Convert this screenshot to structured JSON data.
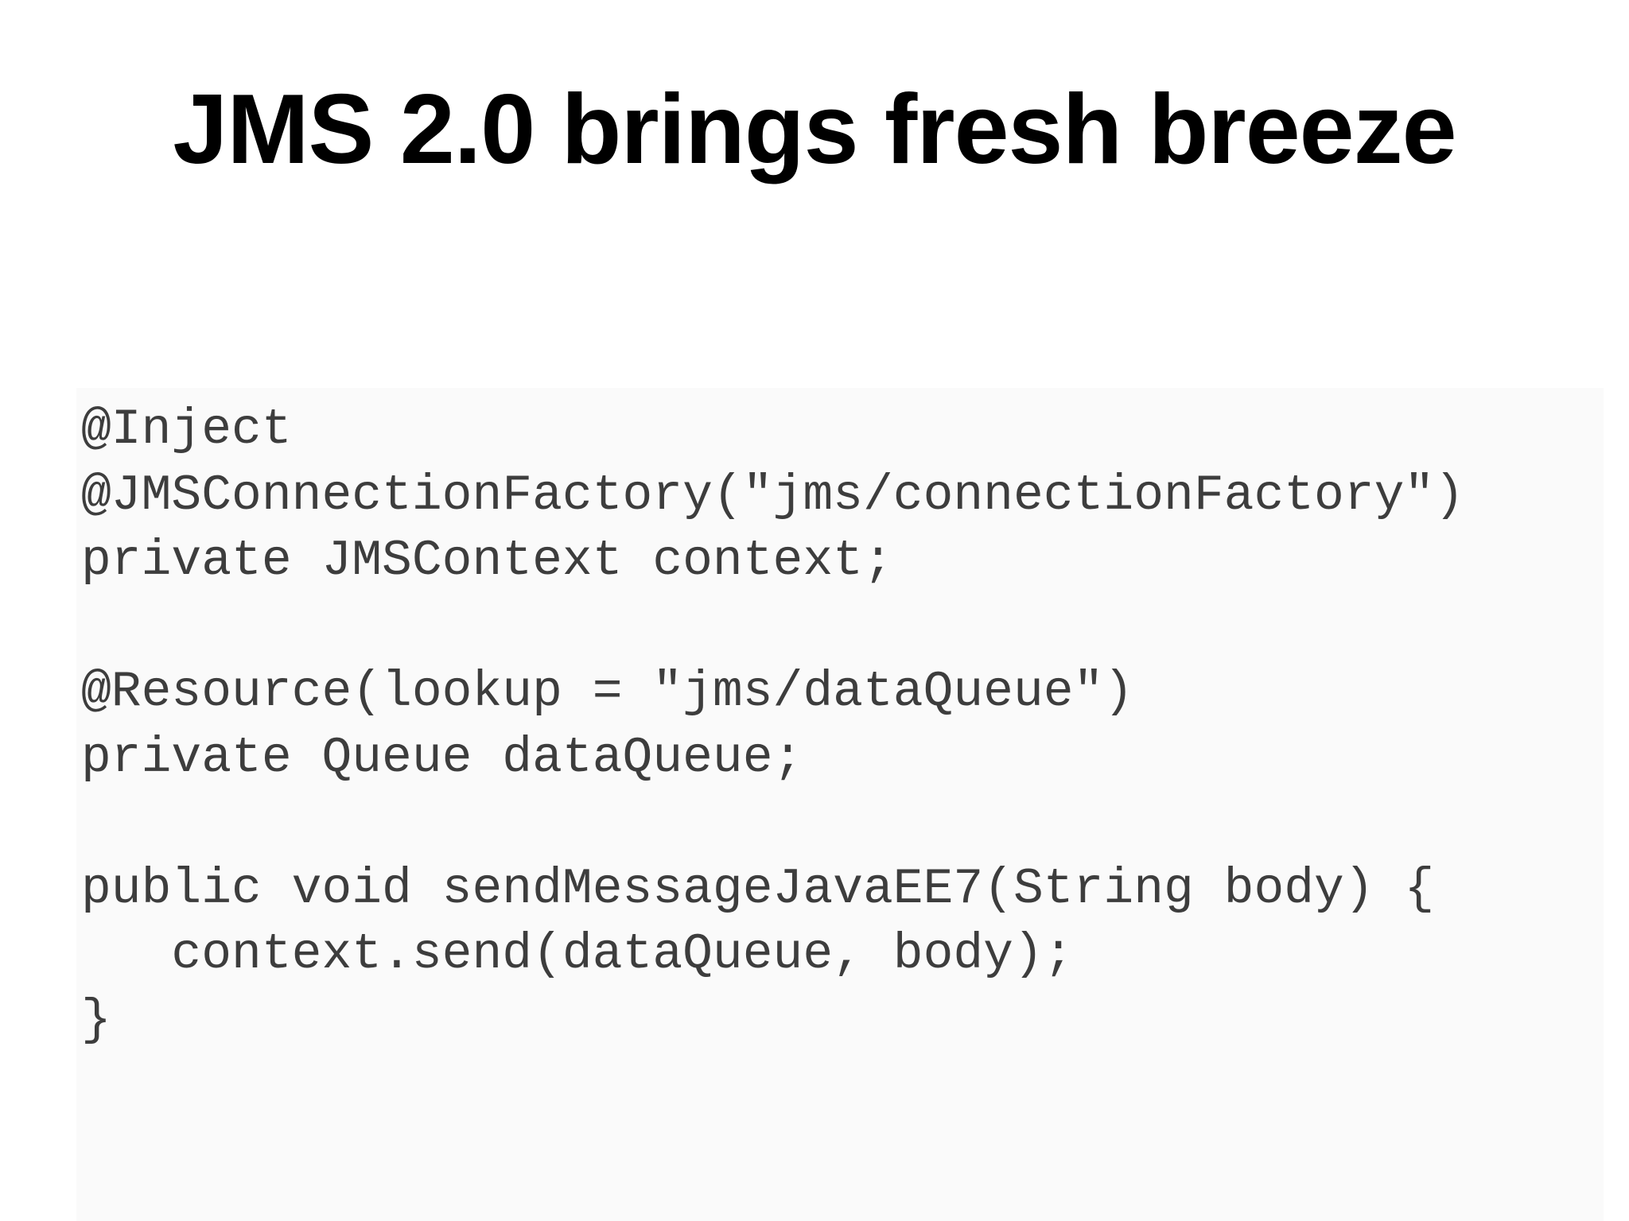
{
  "slide": {
    "title": "JMS 2.0 brings fresh breeze",
    "code_lines": [
      "@Inject",
      "@JMSConnectionFactory(\"jms/connectionFactory\")",
      "private JMSContext context;",
      "",
      "@Resource(lookup = \"jms/dataQueue\")",
      "private Queue dataQueue;",
      "",
      "public void sendMessageJavaEE7(String body) {",
      "   context.send(dataQueue, body);",
      "}"
    ]
  }
}
